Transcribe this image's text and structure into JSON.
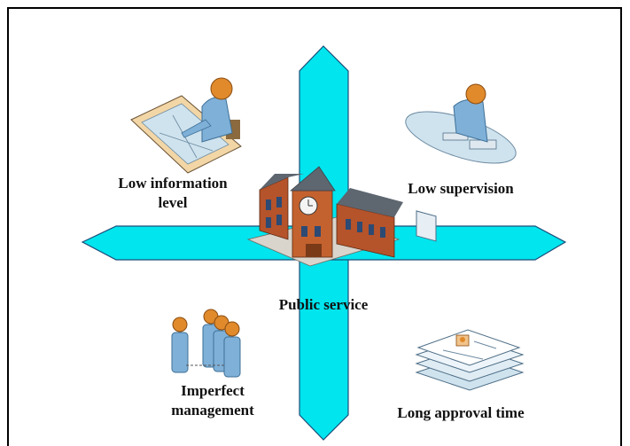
{
  "labels": {
    "low_information_level": "Low information\nlevel",
    "low_supervision": "Low supervision",
    "public_service": "Public service",
    "imperfect_management": "Imperfect\nmanagement",
    "long_approval_time": "Long approval time"
  },
  "colors": {
    "arrow_fill": "#00e5ee",
    "arrow_stroke": "#1a4f7a",
    "person_head": "#e08a2c",
    "person_body": "#7fb0d8",
    "desk": "#f2d6a6",
    "building_brick": "#b5532b",
    "building_roof": "#5e6670"
  },
  "icons": [
    "architect-icon",
    "computer-user-icon",
    "building-icon",
    "group-of-people-icon",
    "documents-stack-icon"
  ]
}
